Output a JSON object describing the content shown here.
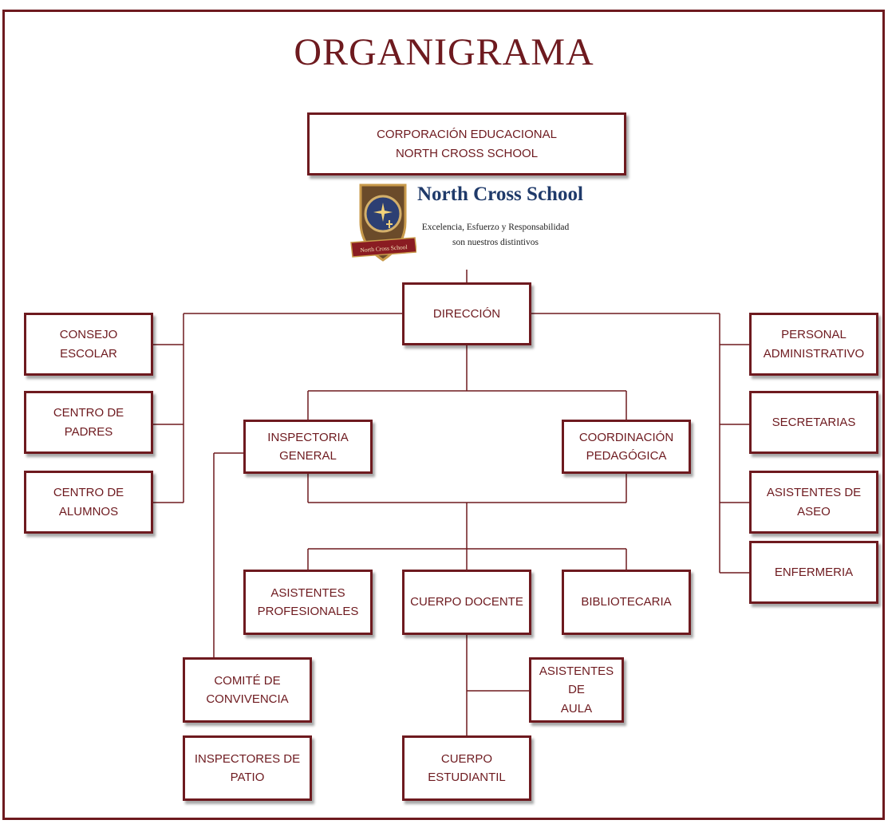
{
  "title": "ORGANIGRAMA",
  "logo": {
    "name": "North Cross School",
    "motto_line1": "Excelencia, Esfuerzo y Responsabilidad",
    "motto_line2": "son nuestros distintivos",
    "banner_text": "North Cross School"
  },
  "nodes": {
    "corporacion": {
      "line1": "CORPORACIÓN EDUCACIONAL",
      "line2": "NORTH CROSS SCHOOL"
    },
    "direccion": {
      "line1": "DIRECCIÓN"
    },
    "consejo": {
      "line1": "CONSEJO ESCOLAR"
    },
    "centro_padres": {
      "line1": "CENTRO DE PADRES"
    },
    "centro_alumnos": {
      "line1": "CENTRO DE",
      "line2": "ALUMNOS"
    },
    "inspectoria": {
      "line1": "INSPECTORIA",
      "line2": "GENERAL"
    },
    "coordinacion": {
      "line1": "COORDINACIÓN",
      "line2": "PEDAGÓGICA"
    },
    "personal_admin": {
      "line1": "PERSONAL",
      "line2": "ADMINISTRATIVO"
    },
    "secretarias": {
      "line1": "SECRETARIAS"
    },
    "asistentes_aseo": {
      "line1": "ASISTENTES DE ASEO"
    },
    "enfermeria": {
      "line1": "ENFERMERIA"
    },
    "asistentes_prof": {
      "line1": "ASISTENTES",
      "line2": "PROFESIONALES"
    },
    "cuerpo_docente": {
      "line1": "CUERPO DOCENTE"
    },
    "bibliotecaria": {
      "line1": "BIBLIOTECARIA"
    },
    "comite": {
      "line1": "COMITÉ DE",
      "line2": "CONVIVENCIA"
    },
    "asistentes_aula": {
      "line1": "ASISTENTES DE",
      "line2": "AULA"
    },
    "inspectores_patio": {
      "line1": "INSPECTORES DE",
      "line2": "PATIO"
    },
    "cuerpo_estudiantil": {
      "line1": "CUERPO",
      "line2": "ESTUDIANTIL"
    }
  },
  "colors": {
    "accent": "#6e1a1f",
    "logo_blue": "#1f3a6a"
  }
}
